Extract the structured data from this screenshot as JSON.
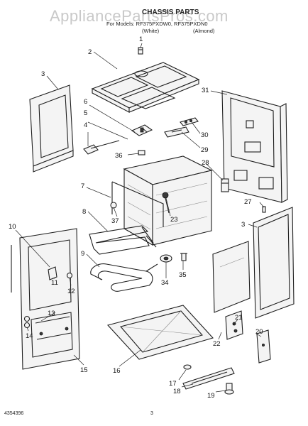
{
  "watermark": "AppliancePartsPros.com",
  "header": {
    "title": "CHASSIS PARTS",
    "subtitle": "For Models: RF375PXDW0, RF375PXDN0",
    "variant_left": "(White)",
    "variant_right": "(Almond)"
  },
  "footer": {
    "doc_number": "4354396",
    "page_number": "3"
  },
  "callouts": [
    "1",
    "2",
    "3",
    "4",
    "5",
    "6",
    "7",
    "8",
    "9",
    "10",
    "11",
    "12",
    "13",
    "14",
    "15",
    "16",
    "17",
    "18",
    "19",
    "20",
    "21",
    "22",
    "23",
    "27",
    "28",
    "29",
    "30",
    "31",
    "34",
    "35",
    "36",
    "37",
    "3"
  ]
}
